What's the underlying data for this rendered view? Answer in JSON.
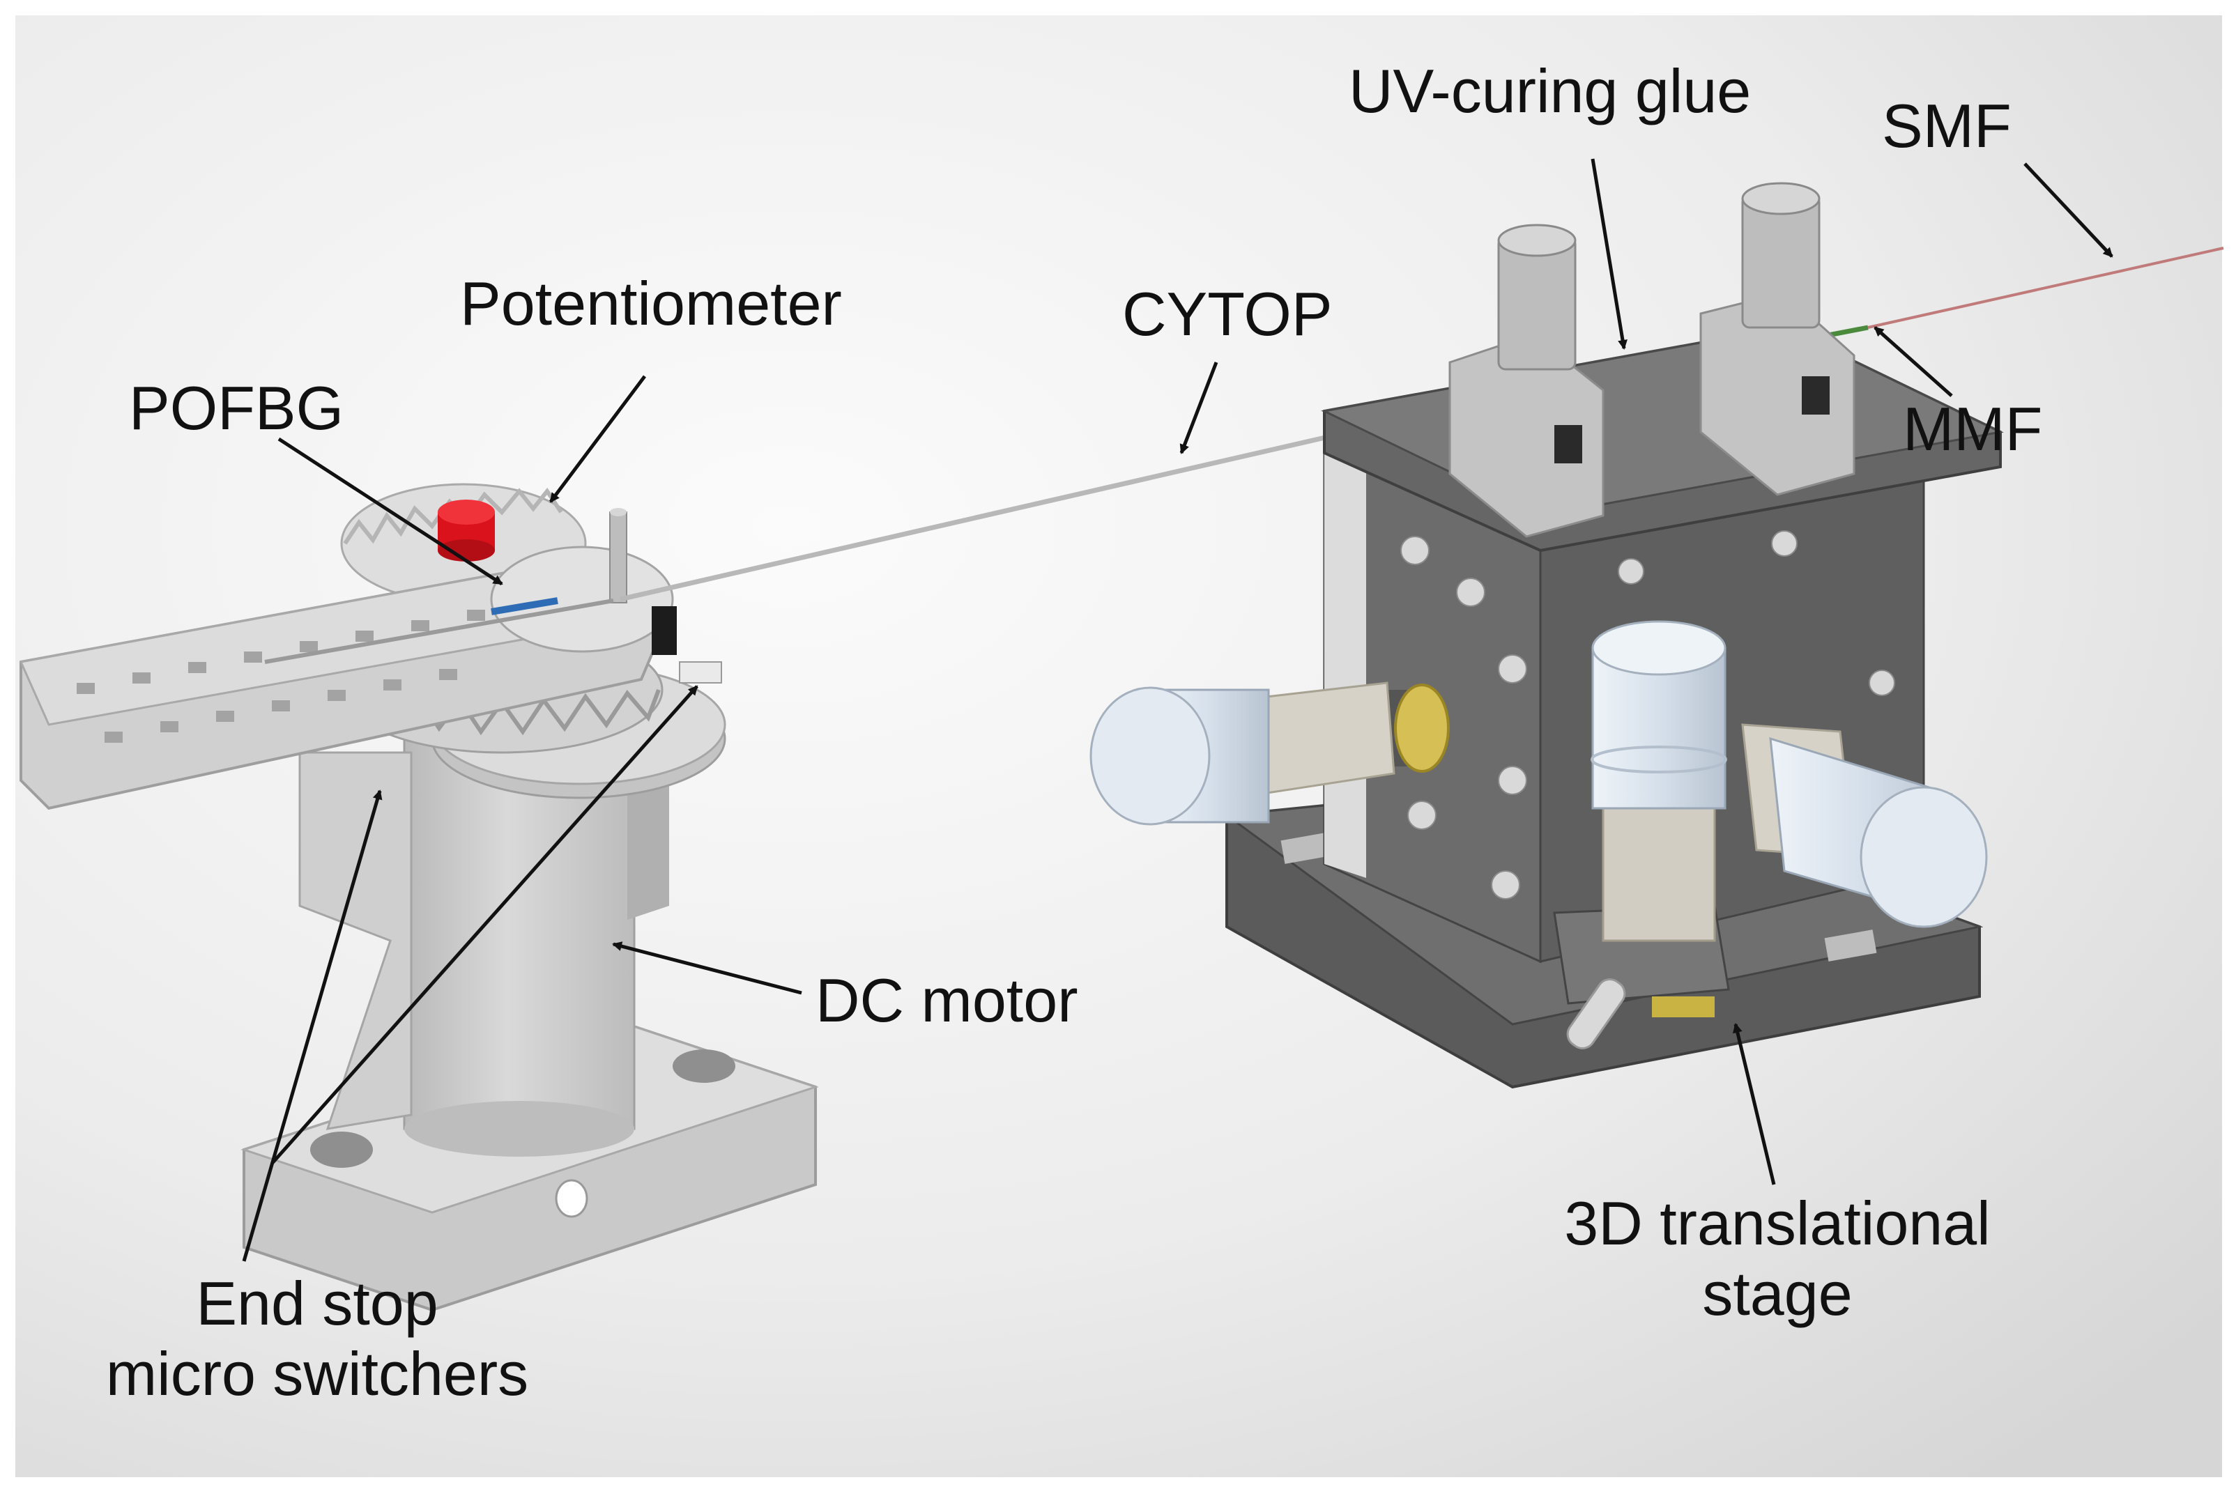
{
  "labels": {
    "uv_glue": "UV-curing glue",
    "smf": "SMF",
    "potentiometer": "Potentiometer",
    "cytop": "CYTOP",
    "pofbg": "POFBG",
    "mmf": "MMF",
    "dc_motor": "DC motor",
    "end_stop_line1": "End stop",
    "end_stop_line2": "micro switchers",
    "stage_line1": "3D translational",
    "stage_line2": "stage"
  },
  "colors": {
    "background_light": "#f6f6f6",
    "background_shadow": "#d9d9d9",
    "plastic": "#c8c8c8",
    "plastic_dark": "#a9a9a9",
    "metal": "#6b6b6b",
    "metal_dark": "#4a4a4a",
    "knob": "#d8e3ef",
    "ring": "#d8c26a",
    "red_cap": "#e0141e",
    "pofbg_mark": "#2e6db5",
    "smf_fiber": "#c07a7a",
    "mmf_fiber": "#4b8a3c",
    "label_text": "#111111"
  }
}
